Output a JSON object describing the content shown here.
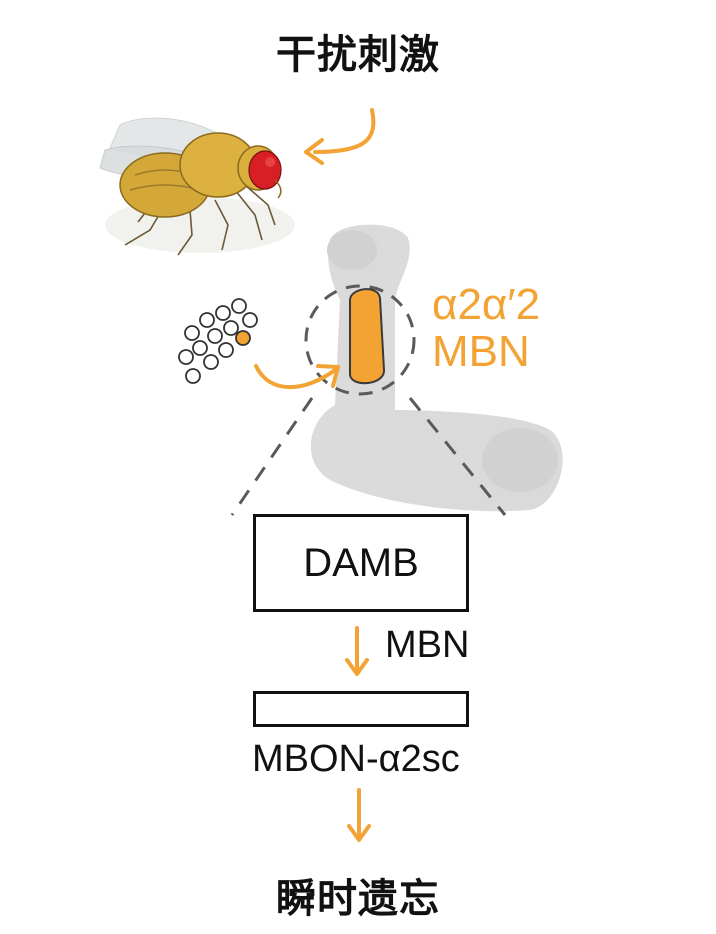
{
  "diagram": {
    "top_label": "干扰刺激",
    "bottom_label": "瞬时遗忘",
    "neuron_label_line1": "α2α′2",
    "neuron_label_line2": "MBN",
    "receptor_box_label": "DAMB",
    "arrow_label": "MBN",
    "output_neuron_label": "MBON-α2sc"
  },
  "colors": {
    "accent": "#f2a333",
    "lobe_gray": "#d9d9d9",
    "text": "#111111"
  },
  "icons": [
    "fruit-fly-illustration",
    "neuron-cluster-icon",
    "mushroom-body-lobe"
  ]
}
